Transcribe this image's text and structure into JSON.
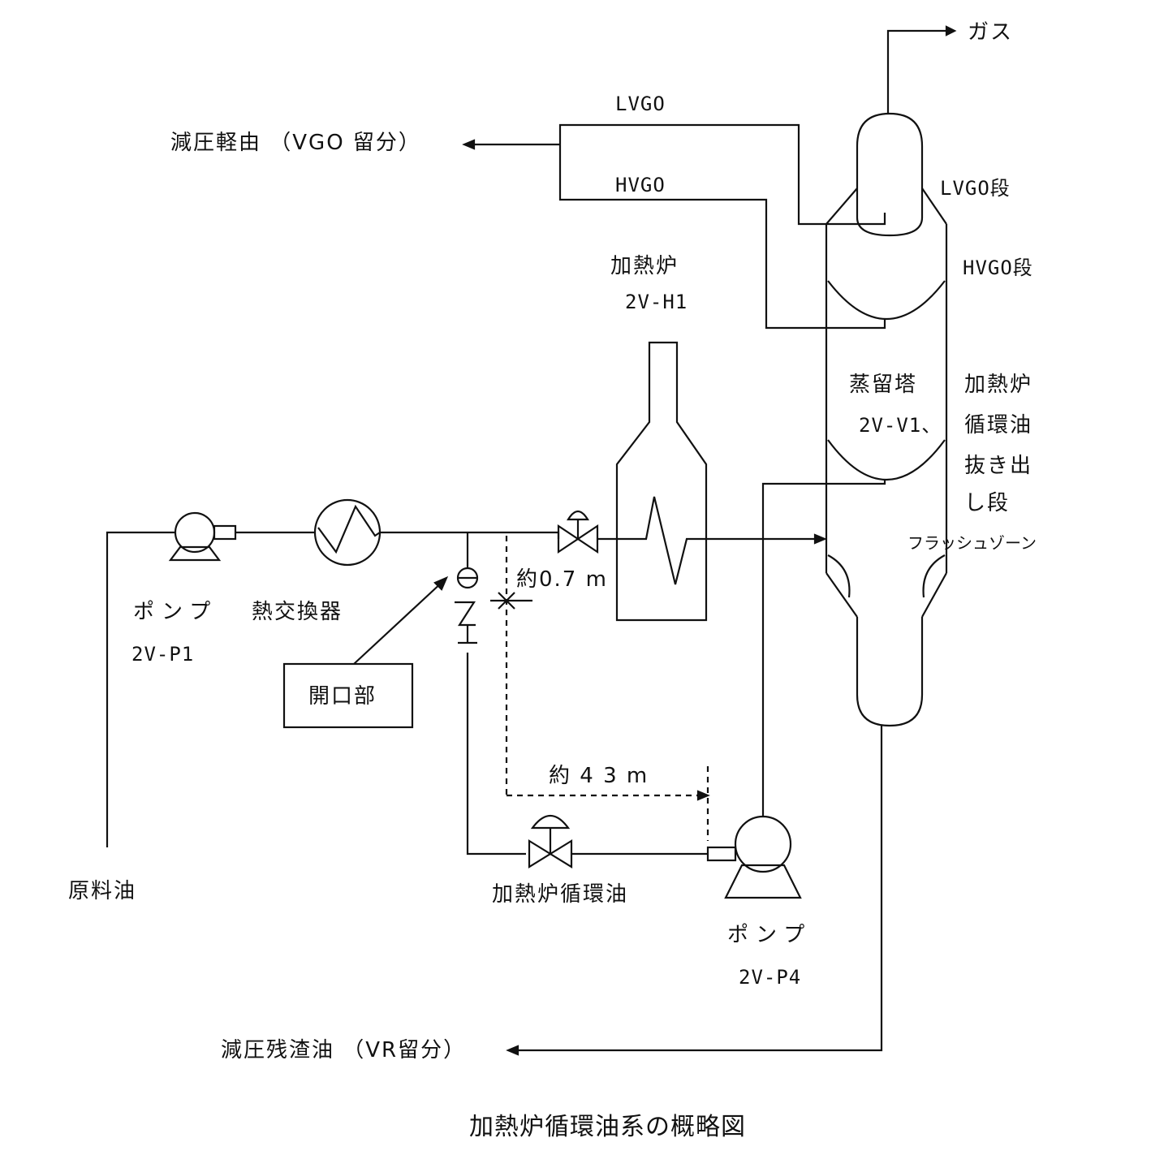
{
  "labels": {
    "gas": "ガス",
    "lvgo": "LVGO",
    "hvgo": "HVGO",
    "vgo_product": "減圧軽由 （VGO 留分）",
    "lvgo_stage": "LVGO段",
    "hvgo_stage": "HVGO段",
    "furnace_name": "加熱炉",
    "furnace_id": "2V-H1",
    "column_name": "蒸留塔",
    "column_id": "2V-V1、",
    "draw_stage_line1": "加熱炉",
    "draw_stage_line2": "循環油",
    "draw_stage_line3": "抜き出",
    "draw_stage_line4": "し段",
    "flash_zone": "フラッシュゾーン",
    "pump1_name": "ポンプ",
    "pump1_id": "2V-P1",
    "heat_exchanger": "熱交換器",
    "opening": "開口部",
    "dist_short": "約0.7 m",
    "dist_long": "約 4 3 m",
    "feed_oil": "原料油",
    "recirc_oil": "加熱炉循環油",
    "pump4_name": "ポンプ",
    "pump4_id": "2V-P4",
    "vr_product": "減圧残渣油 （VR留分）",
    "caption": "加熱炉循環油系の概略図"
  },
  "colors": {
    "ink": "#111111",
    "background": "#ffffff"
  }
}
